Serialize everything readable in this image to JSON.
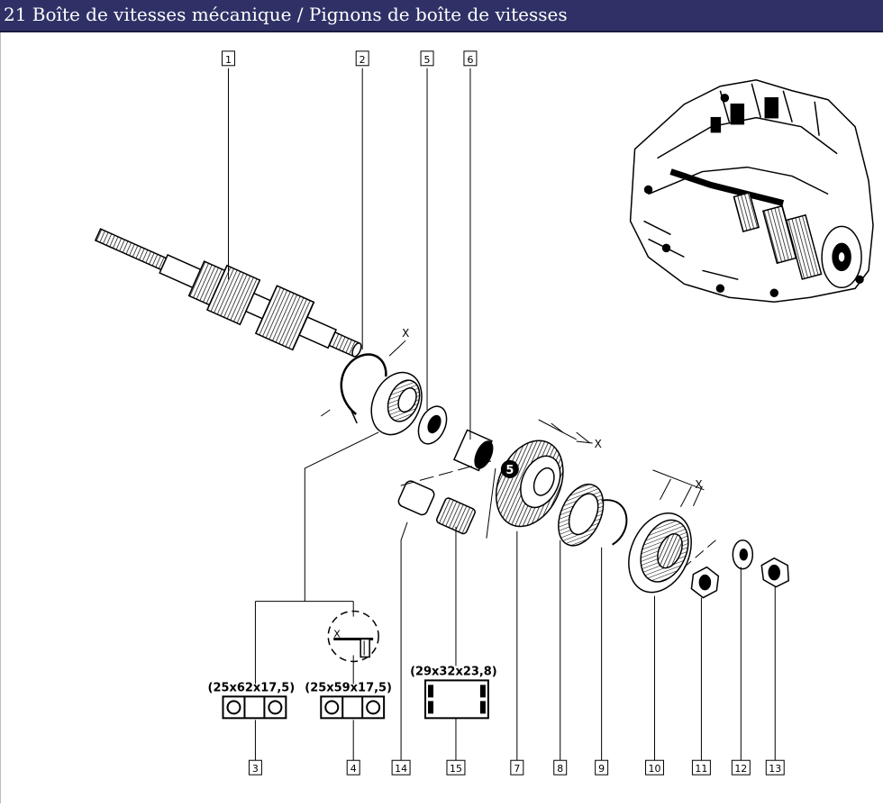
{
  "title": "21 Boîte de vitesses mécanique / Pignons de boîte de vitesses",
  "callouts": [
    "1",
    "2",
    "3",
    "4",
    "5",
    "6",
    "7",
    "8",
    "9",
    "10",
    "11",
    "12",
    "13",
    "14",
    "15"
  ],
  "dimensions": {
    "bearing_3": "(25x62x17,5)",
    "bearing_4": "(25x59x17,5)",
    "needle_15": "(29x32x23,8)"
  },
  "gear_marker": "5",
  "x_marks": [
    "X",
    "X",
    "X"
  ],
  "detail_x": "X",
  "colors": {
    "title_bg": "#2f3166",
    "title_text": "#ffffff",
    "ink": "#000000"
  }
}
